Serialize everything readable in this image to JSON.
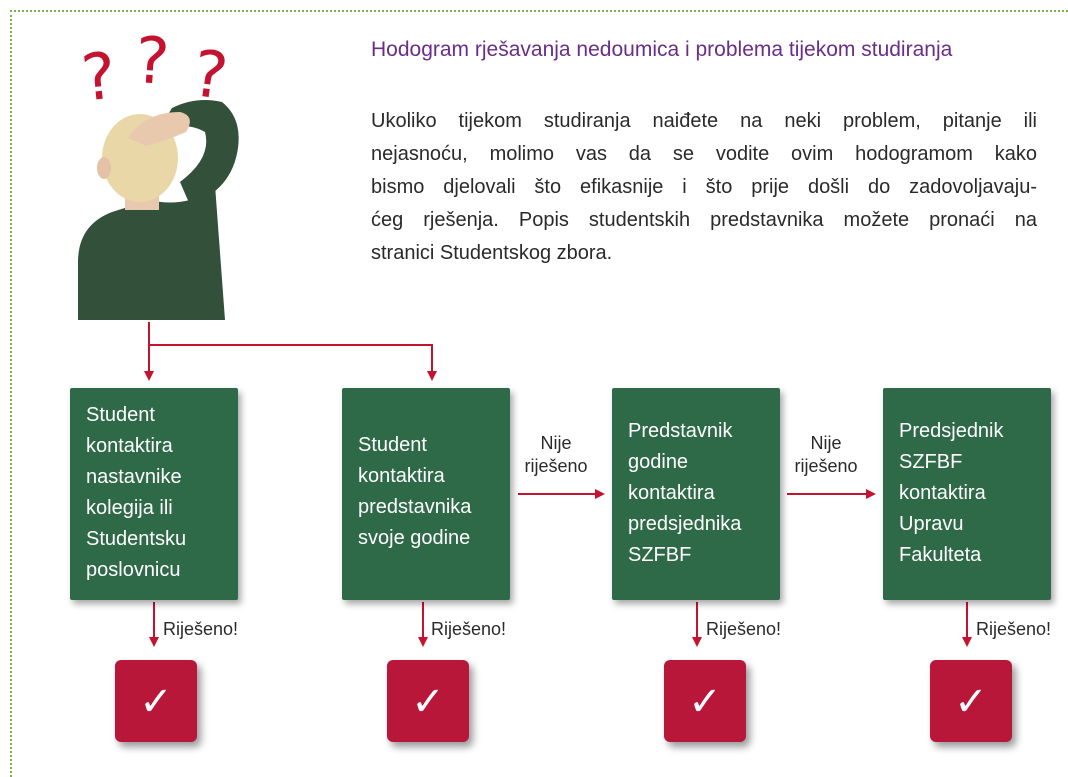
{
  "header": {
    "title": "Hodogram rješavanja nedoumica i problema tijekom studiranja",
    "intro_lines": [
      "Ukoliko tijekom studiranja naiđete na neki problem, pitanje ili",
      "nejasnoću, molimo vas da se vodite ovim hodogramom kako",
      "bismo djelovali što efikasnije i što prije došli do zadovoljavaju-",
      "ćeg rješenja. Popis studentskih predstavnika možete pronaći na",
      "stranici Studentskog zbora."
    ]
  },
  "illustration": {
    "question_marks": [
      "?",
      "?",
      "?"
    ]
  },
  "flow": {
    "boxes": [
      {
        "text": "Student\nkontaktira\nnastavnike\nkolegija ili\nStudentsku\nposlovnicu"
      },
      {
        "text": "Student\nkontaktira\npredstavnika\nsvoje godine"
      },
      {
        "text": "Predstavnik\ngodine\nkontaktira\npredsjednika\nSZFBF"
      },
      {
        "text": "Predsjednik\nSZFBF\nkontaktira\nUpravu\nFakulteta"
      }
    ],
    "edge_labels": [
      "Nije\nriješeno",
      "Nije\nriješeno"
    ],
    "resolved_label": "Riješeno!",
    "check_symbol": "✓"
  },
  "colors": {
    "box_green": "#2f6a48",
    "check_red": "#b8173a",
    "arrow_red": "#c4122f",
    "title_purple": "#6a2d8a",
    "frame_dots": "#7bb04a"
  }
}
